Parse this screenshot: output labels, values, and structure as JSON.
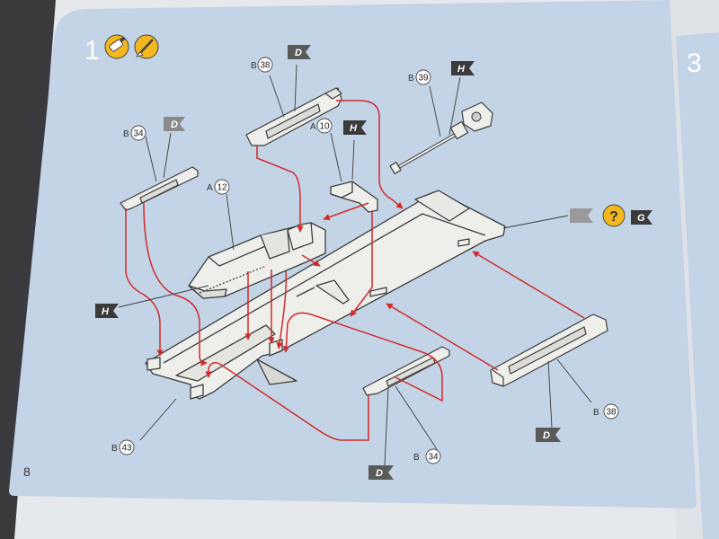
{
  "page": {
    "step_number": "1",
    "next_step_number": "3",
    "page_number": "8"
  },
  "colors": {
    "panel": "#c3d4e6",
    "part_fill": "#eeeeeb",
    "part_stroke": "#3c3c3c",
    "arrow": "#d12a2a",
    "flag_dark": "#3a3a3a",
    "flag_grey": "#8a8a8a",
    "help_yellow": "#f3b820"
  },
  "icons": [
    "glue-tube-icon",
    "paint-brush-icon",
    "help-question-icon"
  ],
  "parts": {
    "a10": {
      "letter": "A",
      "num": "10"
    },
    "a12": {
      "letter": "A",
      "num": "12"
    },
    "b34_top": {
      "letter": "B",
      "num": "34"
    },
    "b34_bottom": {
      "letter": "B",
      "num": "34"
    },
    "b38_top": {
      "letter": "B",
      "num": "38"
    },
    "b38_right": {
      "letter": "B",
      "num": "38"
    },
    "b39": {
      "letter": "B",
      "num": "39"
    },
    "b43": {
      "letter": "B",
      "num": "43"
    }
  },
  "color_flags": {
    "d_top_left": "D",
    "d_top": "D",
    "h_a10": "H",
    "h_b39": "H",
    "h_left": "H",
    "d_bottom": "D",
    "d_right": "D",
    "g_right": "G"
  }
}
